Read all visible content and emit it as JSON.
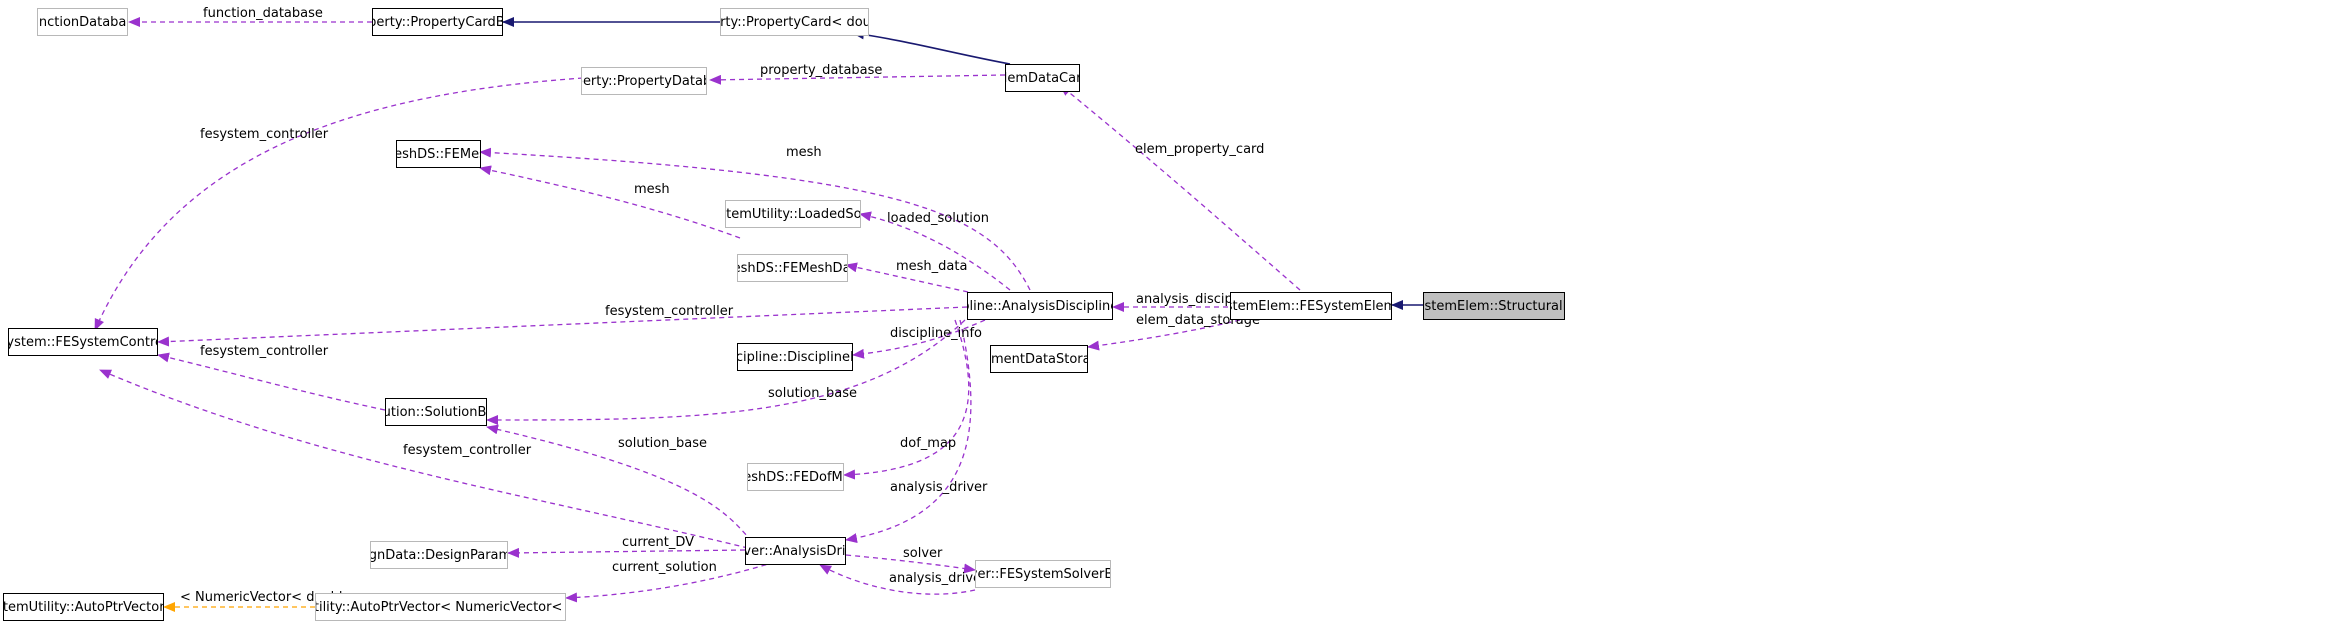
{
  "nodes": {
    "function_database": "FunctionDatabase",
    "property_card_base": "Property::PropertyCardBase",
    "property_card_double": "Property::PropertyCard< double >",
    "property_database": "Property::PropertyDatabase",
    "elem_data_card": "ElemDataCard",
    "mesh_ffmesh": "MeshDS::FEMesh",
    "loaded_solution": "FESystemUtility::LoadedSolution",
    "ffmesh_data": "MeshDS::FEMeshData",
    "fesystem_controller": "FESystem::FESystemController",
    "analysis_discipline_base": "Discipline::AnalysisDisciplineBase",
    "discipline_info": "Discipline::DisciplineInfo",
    "element_data_storage": "ElementDataStorage",
    "ffsystem_elem_base": "FESystemElem::FESystemElemBase",
    "structural_elem": "FESystemElem::StructuralElem",
    "solution_base": "Solution::SolutionBase",
    "dof_map": "MeshDS::FEDofMap",
    "design_parameter": "DesignData::DesignParameter",
    "analysis_driver": "Driver::AnalysisDriver",
    "solver_base": "Solver::FESystemSolverBase",
    "autoptr_t": "FESystemUtility::AutoPtrVector< T >",
    "autoptr_numeric": "FESystemUtility::AutoPtrVector< NumericVector< double > >"
  },
  "edge_labels": {
    "function_database": "function_database",
    "property_database": "property_database",
    "fesystem_controller_1": "fesystem_controller",
    "mesh_1": "mesh",
    "mesh_2": "mesh",
    "elem_property_card": "elem_property_card",
    "loaded_solution": "loaded_solution",
    "mesh_data": "mesh_data",
    "analysis_discipline": "analysis_discipline",
    "elem_data_storage": "elem_data_storage",
    "fesystem_controller_2": "fesystem_controller",
    "discipline_info": "discipline_info",
    "fesystem_controller_3": "fesystem_controller",
    "solution_base_1": "solution_base",
    "fesystem_controller_4": "fesystem_controller",
    "solution_base_2": "solution_base",
    "dof_map": "dof_map",
    "analysis_driver_1": "analysis_driver",
    "current_dv": "current_DV",
    "solver": "solver",
    "current_solution": "current_solution",
    "analysis_driver_2": "analysis_driver",
    "numeric_vector_template": "< NumericVector< double > >"
  },
  "colors": {
    "usage_edge": "#9a32cd",
    "inheritance_edge": "#191970",
    "template_edge": "#ffa500",
    "focus_fill": "#bfbfbf",
    "ghost_border": "#b8b8b8"
  }
}
